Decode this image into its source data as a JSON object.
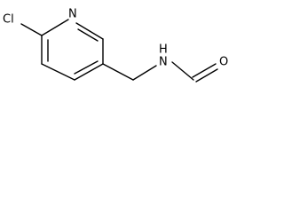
{
  "molecule": {
    "atoms": {
      "chlorine": "Cl",
      "ring_nitrogen": "N",
      "amide_nitrogen": "N",
      "amide_hydrogen": "H",
      "carbonyl_oxygen": "O"
    }
  }
}
